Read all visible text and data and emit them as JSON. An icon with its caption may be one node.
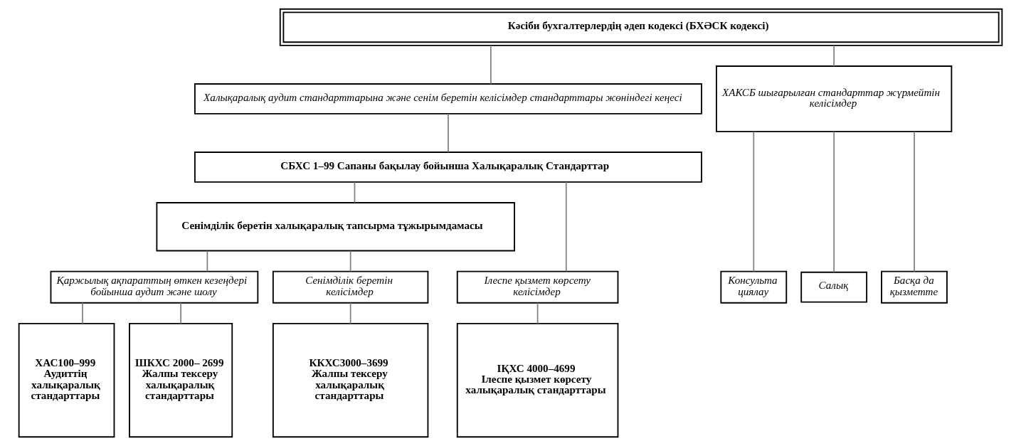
{
  "diagram": {
    "nodes": [
      {
        "text": [
          "Кәсіби бухгалтерлердің әдеп кодексі (БХӘСК кодексі)"
        ]
      },
      {
        "text": [
          "Халықаралық аудит стандарттарына және сенім беретін келісімдер стандарттары жөніндегі кеңесі"
        ]
      },
      {
        "text": [
          "ХАКСБ шығарылған стандарттар жүрмейтін келісімдер"
        ]
      },
      {
        "text": [
          "СБХС 1–99 Сапаны бақылау бойынша Халықаралық Стандарттар"
        ]
      },
      {
        "text": [
          "Сенімділік беретін халықаралық тапсырма тұжырымдамасы"
        ]
      },
      {
        "text": [
          "Қаржылық ақпараттың өткен кезеңдері бойынша аудит және шолу"
        ]
      },
      {
        "text": [
          "Сенімділік беретін келісімдер"
        ]
      },
      {
        "text": [
          "Ілеспе қызмет көрсету келісімдер"
        ]
      },
      {
        "text": [
          "Консульта циялау"
        ]
      },
      {
        "text": [
          "Салық"
        ]
      },
      {
        "text": [
          "Басқа да қызметте"
        ]
      },
      {
        "text": [
          "ХАС100–999",
          "Аудиттің халықаралық стандарттары"
        ]
      },
      {
        "text": [
          "ШКХС 2000– 2699",
          "Жалпы тексеру халықаралық стандарттары"
        ]
      },
      {
        "text": [
          "ККХС3000–3699",
          "Жалпы тексеру халықаралық стандарттары"
        ]
      },
      {
        "text": [
          "ІҚХС 4000–4699",
          "Ілеспе қызмет көрсету халықаралық стандарттары"
        ]
      }
    ],
    "edges": [
      {
        "from": 0,
        "to": 1,
        "arrow": "none"
      },
      {
        "from": 0,
        "to": 2,
        "arrow": "none"
      },
      {
        "from": 1,
        "to": 3,
        "arrow": "none"
      },
      {
        "from": 3,
        "to": 4,
        "arrow": "none"
      },
      {
        "from": 3,
        "to": 7,
        "arrow": "none"
      },
      {
        "from": 4,
        "to": 5,
        "arrow": "none"
      },
      {
        "from": 4,
        "to": 6,
        "arrow": "none"
      },
      {
        "from": 2,
        "to": 8,
        "arrow": "none"
      },
      {
        "from": 2,
        "to": 9,
        "arrow": "none"
      },
      {
        "from": 2,
        "to": 10,
        "arrow": "none"
      },
      {
        "from": 5,
        "to": 11,
        "arrow": "none"
      },
      {
        "from": 5,
        "to": 12,
        "arrow": "none"
      },
      {
        "from": 6,
        "to": 13,
        "arrow": "none"
      },
      {
        "from": 7,
        "to": 14,
        "arrow": "none"
      }
    ]
  }
}
